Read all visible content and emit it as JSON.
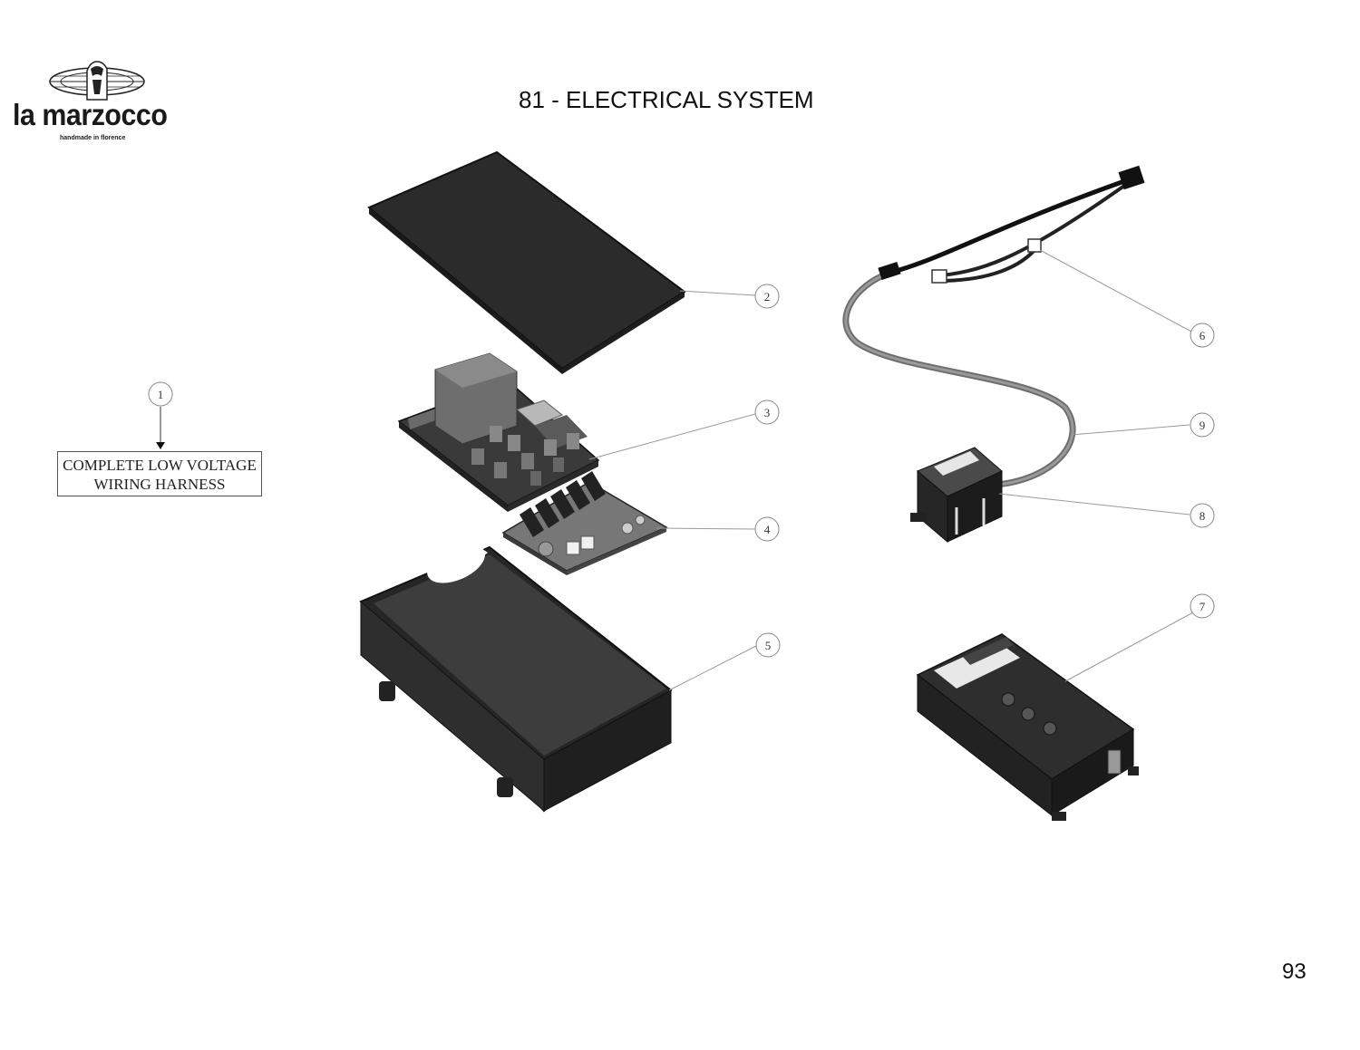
{
  "brand": {
    "name": "la marzocco",
    "tagline": "handmade in florence"
  },
  "header": {
    "title": "81 - ELECTRICAL SYSTEM"
  },
  "callouts": [
    {
      "id": "callout-1",
      "number": "1"
    },
    {
      "id": "callout-2",
      "number": "2"
    },
    {
      "id": "callout-3",
      "number": "3"
    },
    {
      "id": "callout-4",
      "number": "4"
    },
    {
      "id": "callout-5",
      "number": "5"
    },
    {
      "id": "callout-6",
      "number": "6"
    },
    {
      "id": "callout-7",
      "number": "7"
    },
    {
      "id": "callout-8",
      "number": "8"
    },
    {
      "id": "callout-9",
      "number": "9"
    }
  ],
  "harness_label": {
    "line1": "COMPLETE LOW VOLTAGE",
    "line2": "WIRING HARNESS"
  },
  "footer": {
    "page_number": "93"
  },
  "colors": {
    "part_dark": "#2e2e2e",
    "part_mid": "#4a4a4a",
    "part_light": "#8a8a8a",
    "cable_gray": "#7a7a7a",
    "leader": "#9a9a9a"
  }
}
